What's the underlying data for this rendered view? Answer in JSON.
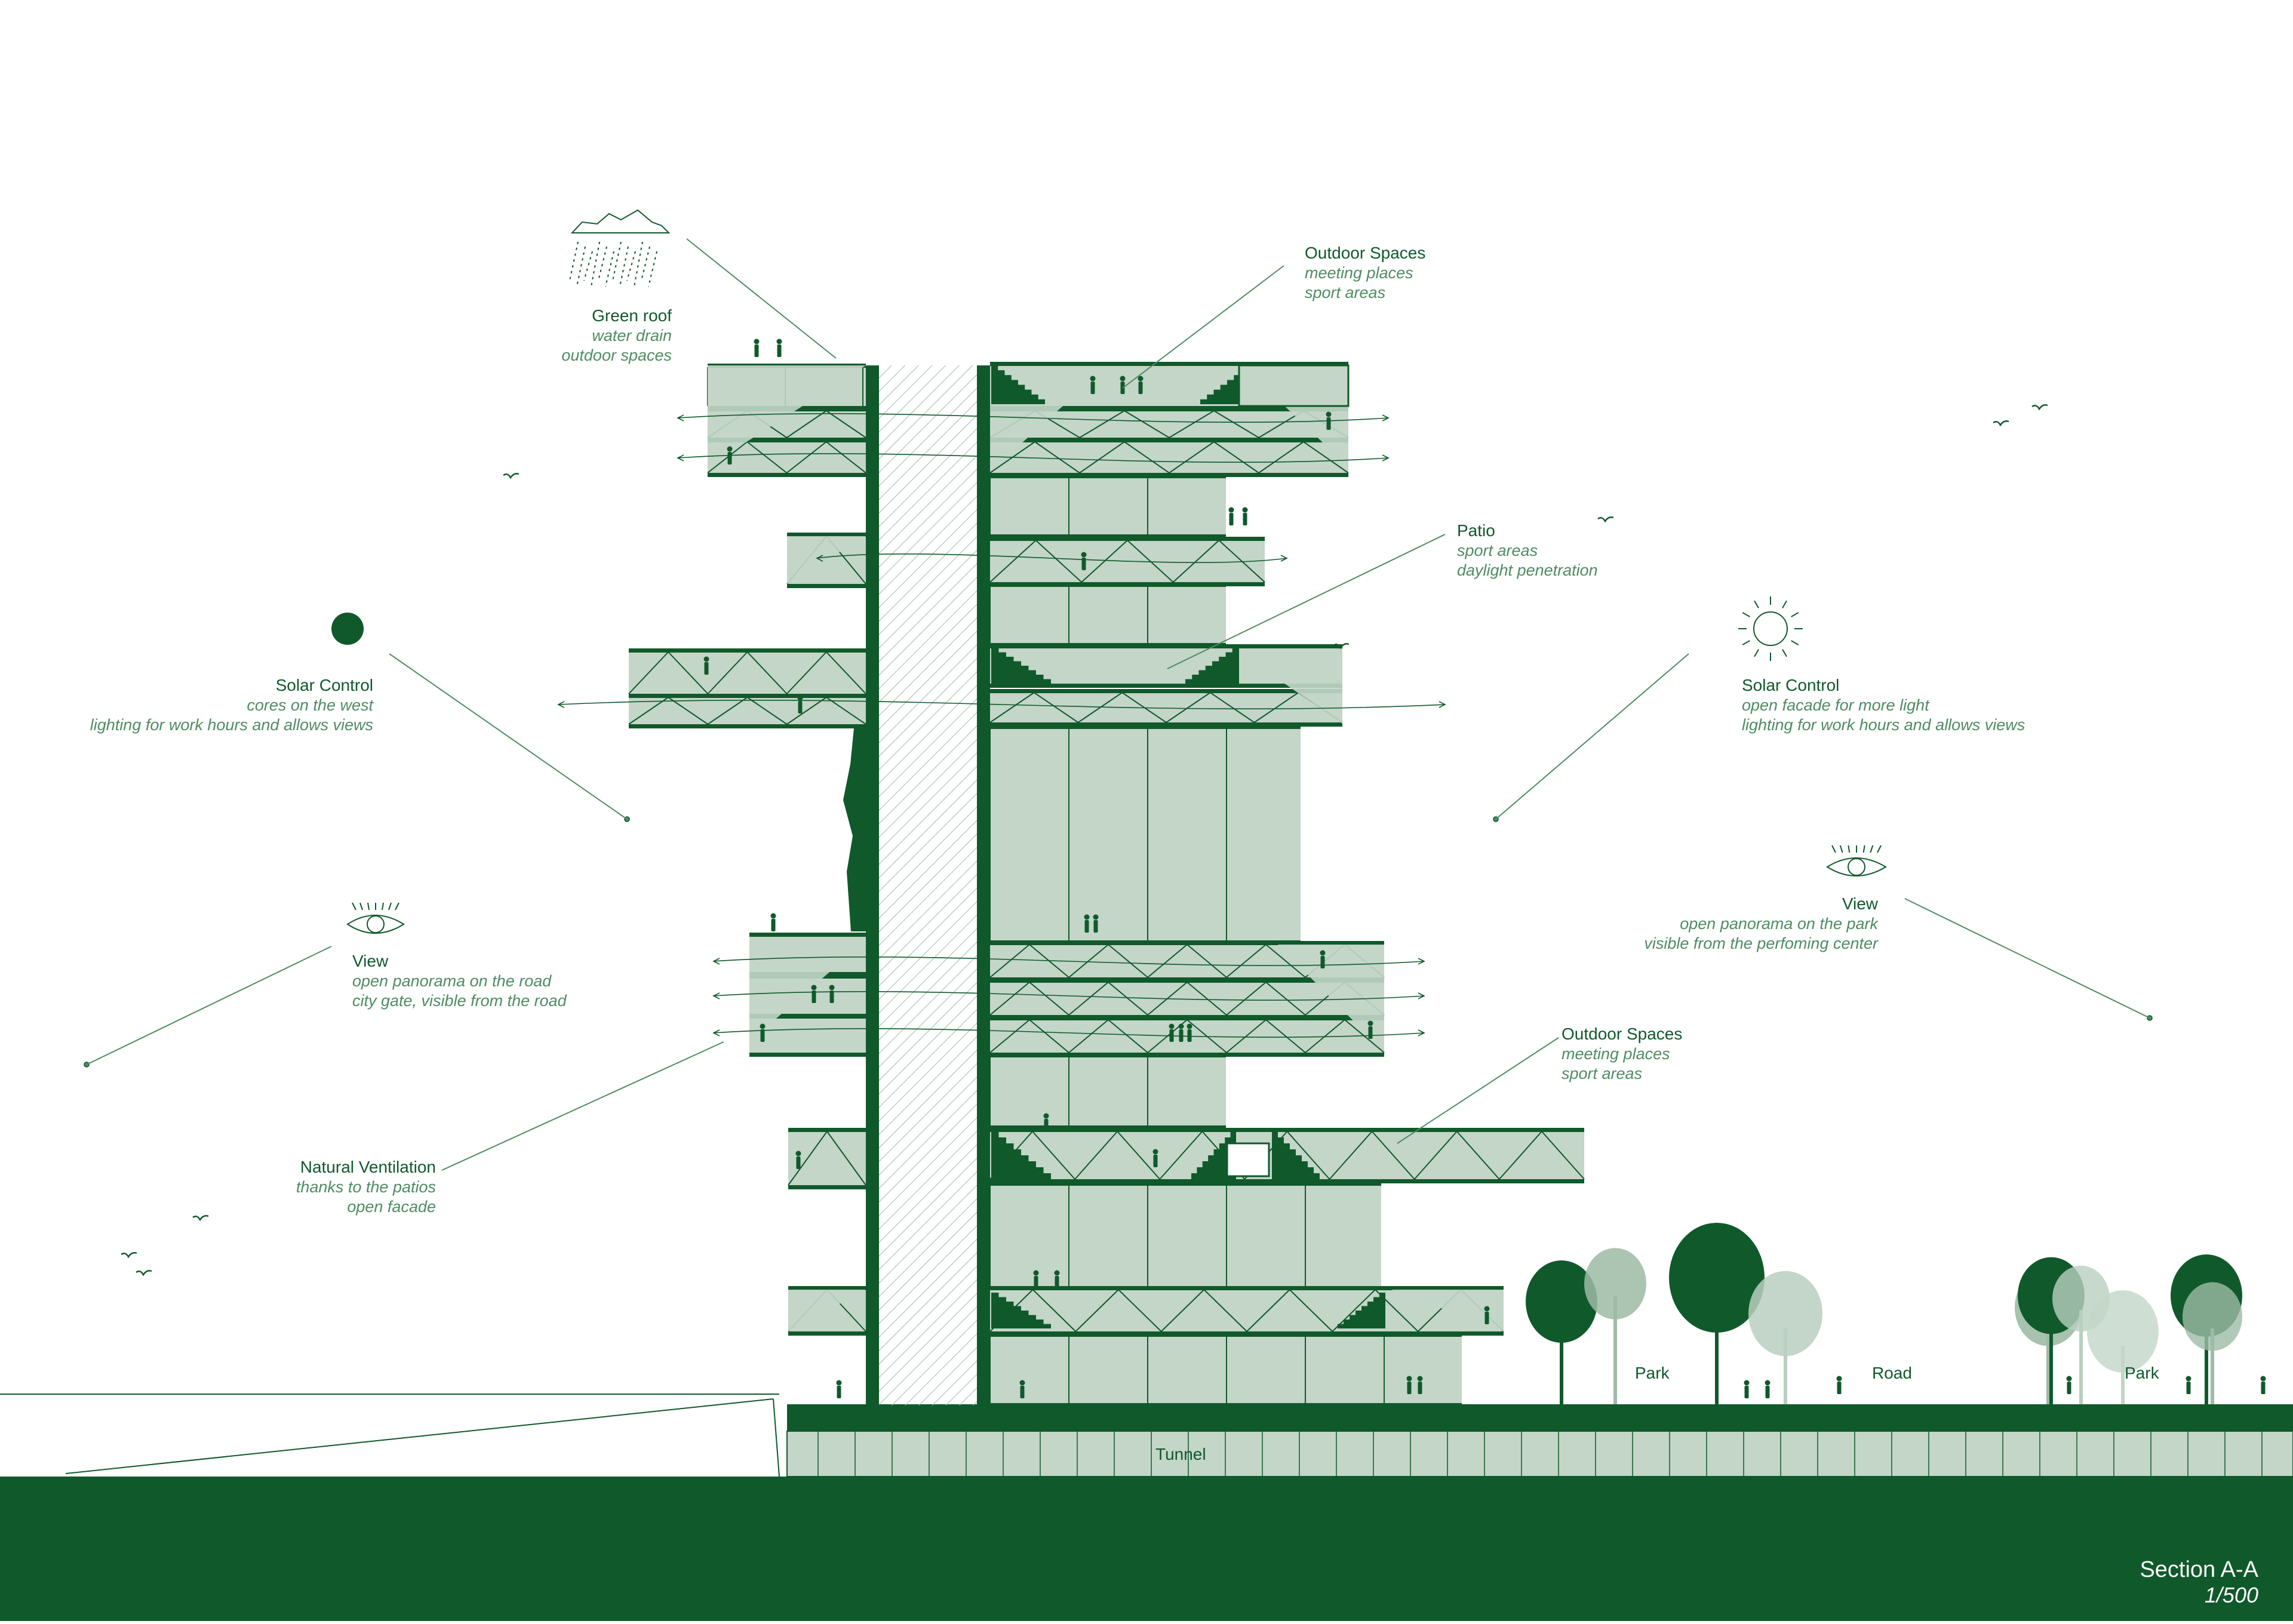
{
  "annotations": {
    "green_roof": {
      "title": "Green roof",
      "lines": [
        "water drain",
        "outdoor spaces"
      ]
    },
    "outdoor_top": {
      "title": "Outdoor Spaces",
      "lines": [
        "meeting places",
        "sport areas"
      ]
    },
    "patio": {
      "title": "Patio",
      "lines": [
        "sport areas",
        "daylight penetration"
      ]
    },
    "solar_west": {
      "title": "Solar Control",
      "lines": [
        "cores on the west",
        "lighting for work hours and allows views"
      ]
    },
    "solar_east": {
      "title": "Solar Control",
      "lines": [
        "open facade for more light",
        "lighting for work hours and allows views"
      ]
    },
    "view_west": {
      "title": "View",
      "lines": [
        "open panorama on the road",
        "city gate, visible from the road"
      ]
    },
    "view_east": {
      "title": "View",
      "lines": [
        "open panorama on the park",
        "visible from the perfoming center"
      ]
    },
    "outdoor_mid": {
      "title": "Outdoor Spaces",
      "lines": [
        "meeting places",
        "sport areas"
      ]
    },
    "ventilation": {
      "title": "Natural Ventilation",
      "lines": [
        "thanks to the patios",
        "open facade"
      ]
    }
  },
  "site_labels": {
    "park_left": "Park",
    "road": "Road",
    "park_right": "Park",
    "tunnel": "Tunnel"
  },
  "title_block": {
    "title": "Section A-A",
    "scale": "1/500"
  },
  "icons": [
    "cloud-rain-icon",
    "sun-filled-icon",
    "sun-outline-icon",
    "eye-icon",
    "eye-icon",
    "bird-icon"
  ],
  "colors": {
    "dark_green": "#10592b",
    "light_green": "#c3d6c8",
    "mid_green": "#4f8c62",
    "ground": "#10592b"
  }
}
